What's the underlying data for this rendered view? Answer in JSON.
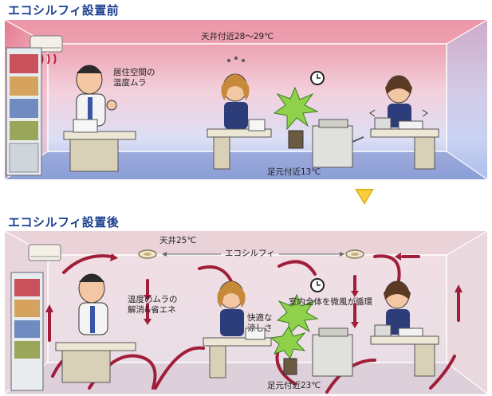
{
  "before": {
    "heading": "エコシルフィ設置前",
    "ceiling_temp": "天井付近28～29℃",
    "uneven_label_line1": "居住空間の",
    "uneven_label_line2": "温度ムラ",
    "floor_temp": "足元付近13℃"
  },
  "after": {
    "heading": "エコシルフィ設置後",
    "ceiling_temp": "天井25℃",
    "device_label": "エコシルフィ",
    "result_line1": "温度のムラの",
    "result_line2": "解消&省エネ",
    "comfort_line1": "快適な",
    "comfort_line2": "涼しさ",
    "circulation_label": "室内全体を微風が循環",
    "floor_temp": "足元付近23℃"
  },
  "colors": {
    "heading": "#1b3f8f",
    "hot": "#e98a9a",
    "cold": "#9fb4e6",
    "airflow_arrow": "#a01e3a",
    "transition_arrow": "#f6cf3b"
  },
  "icons": [
    "clock-icon",
    "air-conditioner-icon",
    "ceiling-fan-icon",
    "plant-icon",
    "copier-icon",
    "bookshelf-icon",
    "desk-icon",
    "person-icon",
    "arrow-down-icon"
  ]
}
